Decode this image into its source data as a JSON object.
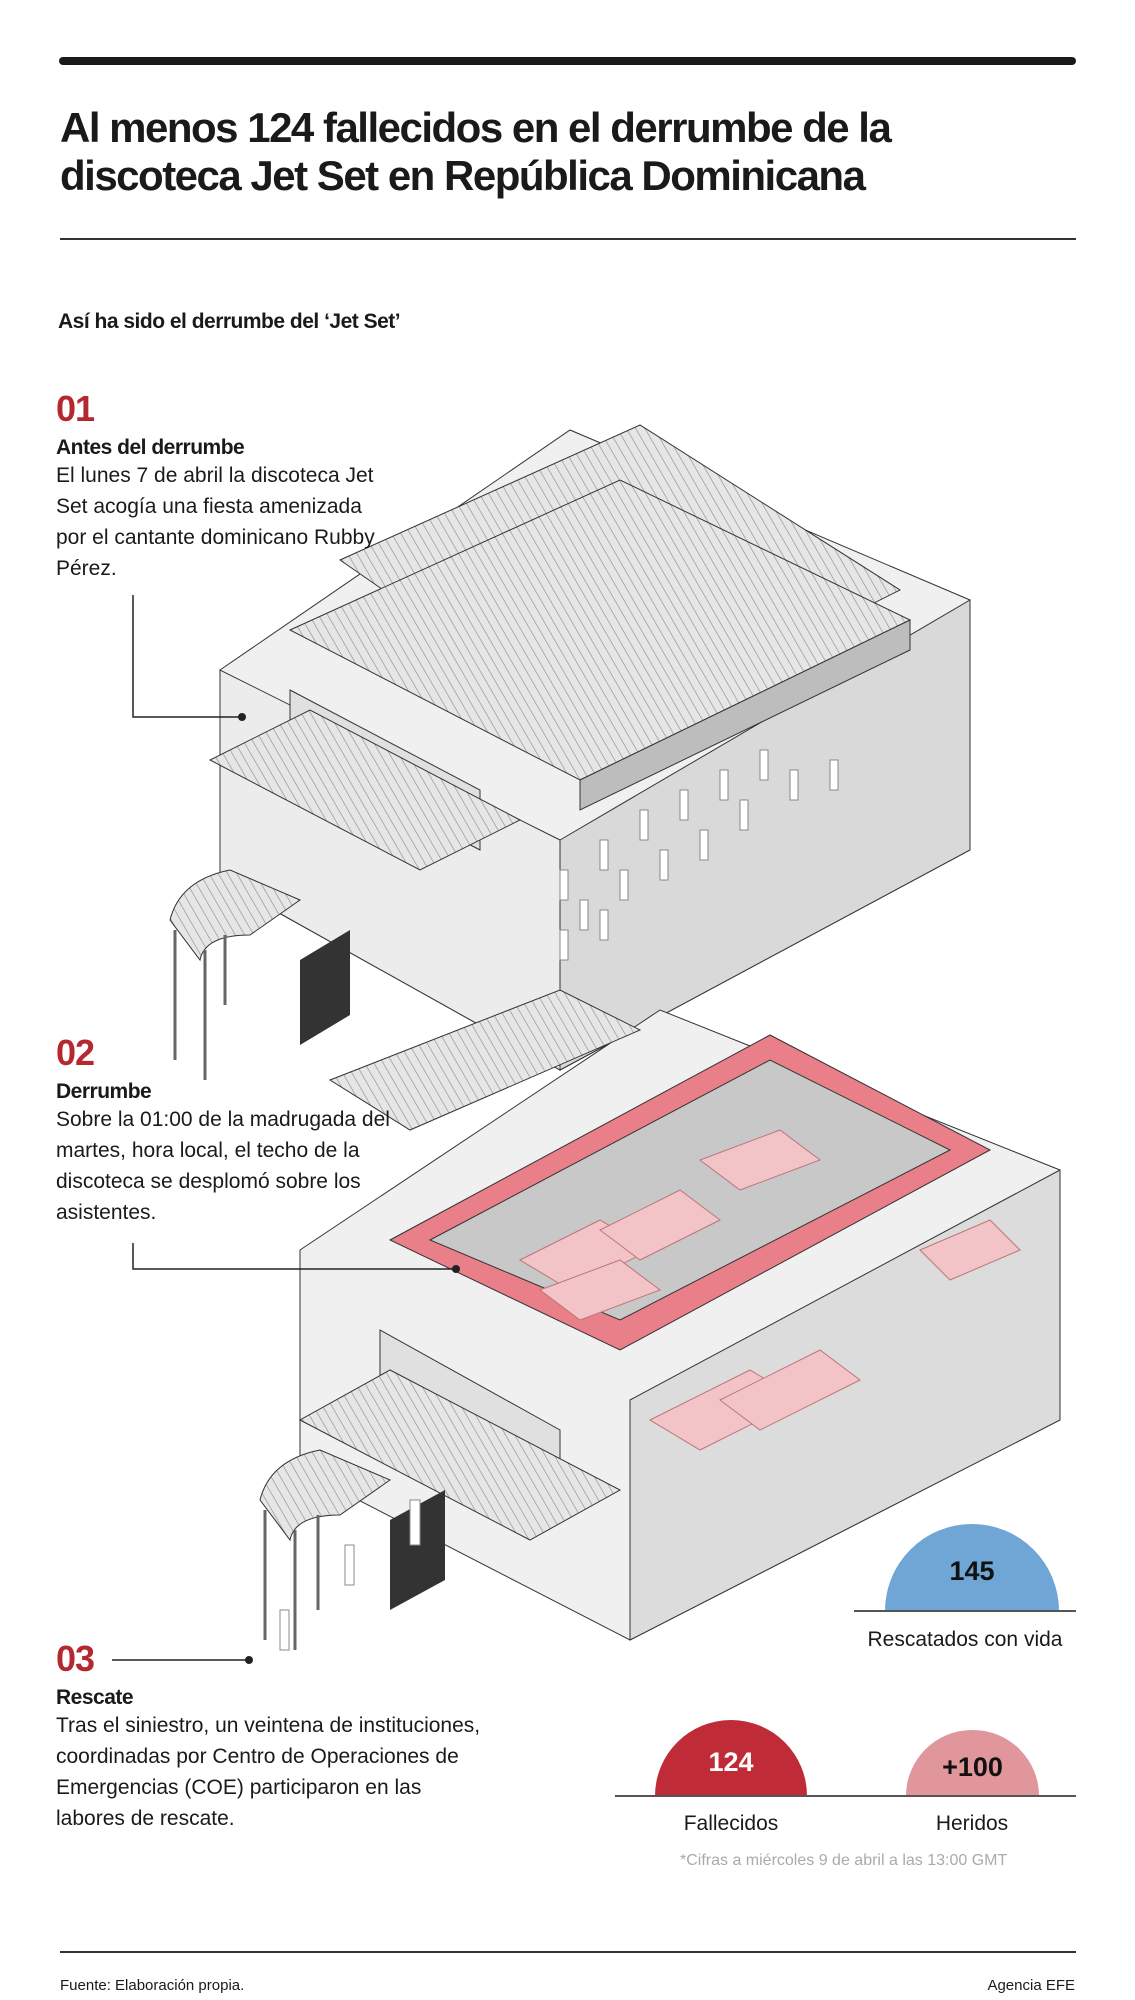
{
  "title": "Al menos 124 fallecidos en el derrumbe de la discoteca Jet Set en República Dominicana",
  "subtitle": "Así ha sido el derrumbe del ‘Jet Set’",
  "steps": [
    {
      "number": "01",
      "heading": "Antes del derrumbe",
      "text": "El lunes 7 de abril la discoteca Jet Set acogía una fiesta amenizada por el cantante dominicano Rubby Pérez."
    },
    {
      "number": "02",
      "heading": "Derrumbe",
      "text": "Sobre la 01:00 de la madrugada del martes, hora local, el techo de la discoteca se desplomó sobre los asistentes."
    },
    {
      "number": "03",
      "heading": "Rescate",
      "text": "Tras el siniestro,  un veintena de instituciones, coordinadas por Centro de Operaciones de Emergencias (COE) participaron en las labores de rescate."
    }
  ],
  "stats": [
    {
      "value": "145",
      "label": "Rescatados con vida",
      "color": "#6fa6d6"
    },
    {
      "value": "124",
      "label": "Fallecidos",
      "color": "#bf2c37"
    },
    {
      "value": "+100",
      "label": "Heridos",
      "color": "#e0969b"
    }
  ],
  "note": "*Cifras a miércoles 9 de abril a las 13:00 GMT",
  "footer": {
    "source": "Fuente: Elaboración propia.",
    "agency": "Agencia EFE"
  },
  "colors": {
    "accent": "#b5282f"
  }
}
